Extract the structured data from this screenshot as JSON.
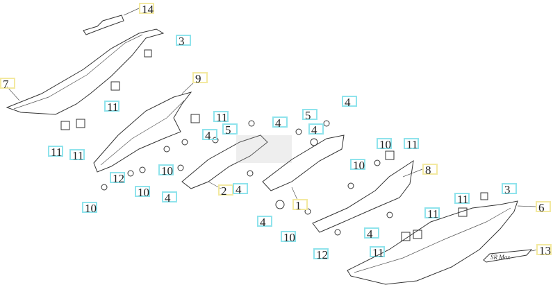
{
  "diagram": {
    "type": "exploded-parts-view",
    "callouts": [
      {
        "text": "14",
        "style": "yellow"
      },
      {
        "text": "3",
        "style": "cyan"
      },
      {
        "text": "7",
        "style": "yellow"
      },
      {
        "text": "9",
        "style": "yellow"
      },
      {
        "text": "11",
        "style": "cyan"
      },
      {
        "text": "11",
        "style": "cyan"
      },
      {
        "text": "4",
        "style": "cyan"
      },
      {
        "text": "5",
        "style": "cyan"
      },
      {
        "text": "4",
        "style": "cyan"
      },
      {
        "text": "5",
        "style": "cyan"
      },
      {
        "text": "4",
        "style": "cyan"
      },
      {
        "text": "4",
        "style": "cyan"
      },
      {
        "text": "11",
        "style": "cyan"
      },
      {
        "text": "11",
        "style": "cyan"
      },
      {
        "text": "10",
        "style": "cyan"
      },
      {
        "text": "11",
        "style": "cyan"
      },
      {
        "text": "12",
        "style": "cyan"
      },
      {
        "text": "10",
        "style": "cyan"
      },
      {
        "text": "10",
        "style": "cyan"
      },
      {
        "text": "10",
        "style": "cyan"
      },
      {
        "text": "8",
        "style": "yellow"
      },
      {
        "text": "4",
        "style": "cyan"
      },
      {
        "text": "2",
        "style": "yellow"
      },
      {
        "text": "4",
        "style": "cyan"
      },
      {
        "text": "3",
        "style": "cyan"
      },
      {
        "text": "1",
        "style": "yellow"
      },
      {
        "text": "11",
        "style": "cyan"
      },
      {
        "text": "6",
        "style": "yellow"
      },
      {
        "text": "11",
        "style": "cyan"
      },
      {
        "text": "10",
        "style": "cyan"
      },
      {
        "text": "4",
        "style": "cyan"
      },
      {
        "text": "10",
        "style": "cyan"
      },
      {
        "text": "4",
        "style": "cyan"
      },
      {
        "text": "12",
        "style": "cyan"
      },
      {
        "text": "11",
        "style": "cyan"
      },
      {
        "text": "13",
        "style": "yellow"
      }
    ],
    "emblem_text": "SR Max",
    "colors": {
      "cyan_box": "#8fe3ec",
      "yellow_box": "#f3e9a0",
      "line": "#333333"
    }
  }
}
